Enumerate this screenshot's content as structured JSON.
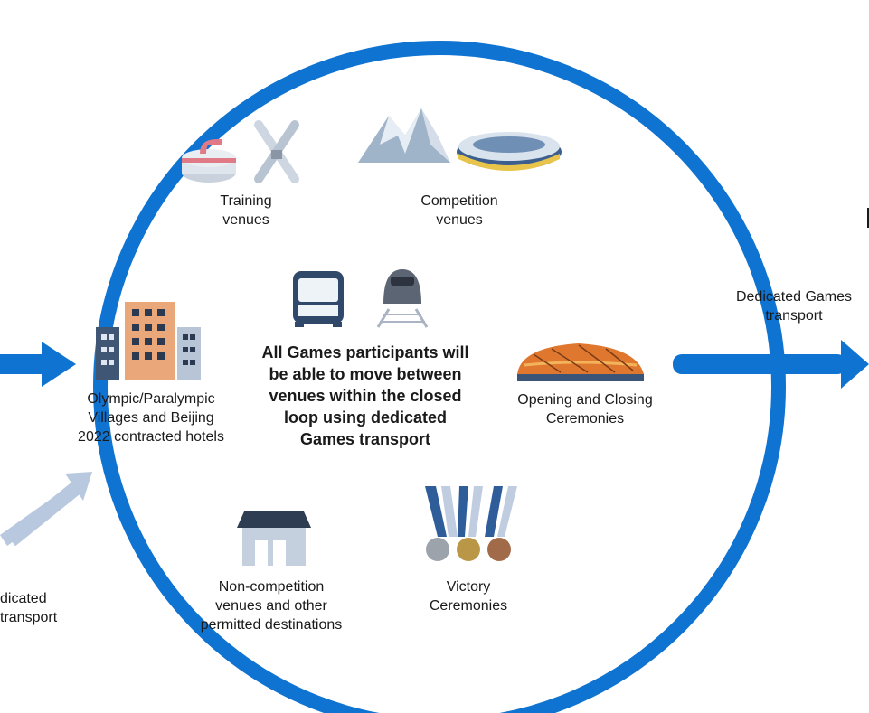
{
  "diagram": {
    "center_text": [
      "All Games participants will",
      "be able to move between",
      "venues within the closed",
      "loop using dedicated",
      "Games transport"
    ],
    "nodes": [
      {
        "id": "training",
        "label": [
          "Training",
          "venues"
        ],
        "icons": [
          "curling-stone-icon",
          "skis-icon"
        ]
      },
      {
        "id": "competition",
        "label": [
          "Competition",
          "venues"
        ],
        "icons": [
          "mountain-icon",
          "stadium-icon"
        ]
      },
      {
        "id": "villages",
        "label": [
          "Olympic/Paralympic",
          "Villages and Beijing",
          "2022 contracted hotels"
        ],
        "icons": [
          "buildings-icon"
        ]
      },
      {
        "id": "ceremonies",
        "label": [
          "Opening and Closing",
          "Ceremonies"
        ],
        "icons": [
          "birds-nest-stadium-icon"
        ]
      },
      {
        "id": "non-competition",
        "label": [
          "Non-competition",
          "venues and other",
          "permitted destinations"
        ],
        "icons": [
          "shop-icon"
        ]
      },
      {
        "id": "victory",
        "label": [
          "Victory",
          "Ceremonies"
        ],
        "icons": [
          "medals-icon"
        ]
      }
    ],
    "transport_icons": [
      "bus-icon",
      "train-icon"
    ],
    "outgoing_arrow_label": [
      "Dedicated Games",
      "transport"
    ],
    "incoming_arrow_label": [
      "dicated",
      "transport"
    ],
    "colors": {
      "loop": "#0f73d1",
      "accent_light": "#b8c8df",
      "text": "#1a1a1a"
    }
  }
}
